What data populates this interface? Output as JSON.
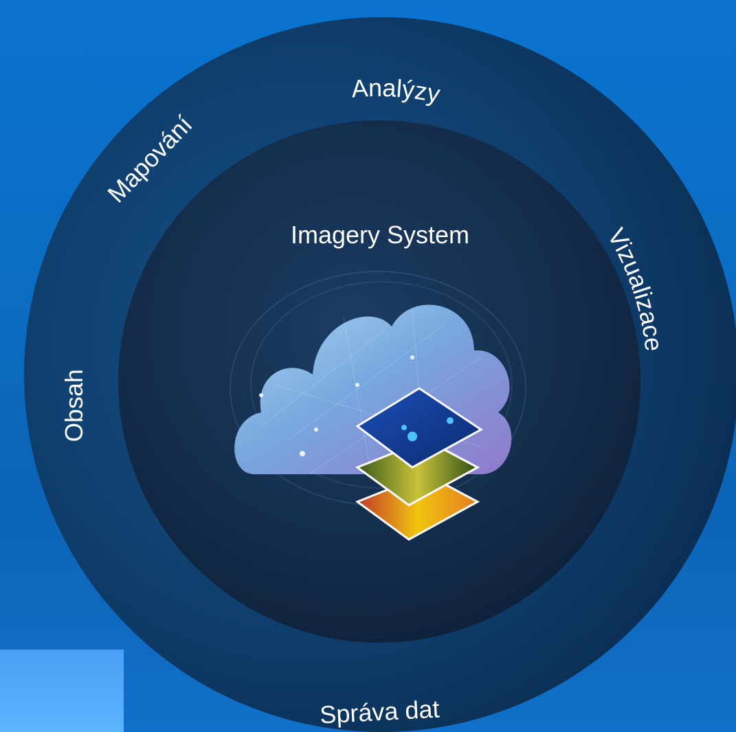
{
  "diagram": {
    "center_label": "Imagery System",
    "ring_labels": {
      "top": "Analýzy",
      "top_left": "Mapování",
      "right": "Vizualizace",
      "left": "Obsah",
      "bottom": "Správa dat"
    },
    "icons": {
      "center": "cloud-with-imagery-layers-icon"
    },
    "colors": {
      "background": "#0b6cc2",
      "outer_ring": "#0e3d6a",
      "inner_circle": "#142c4b",
      "corner_block": "#52aaf8",
      "label": "#ffffff"
    }
  }
}
